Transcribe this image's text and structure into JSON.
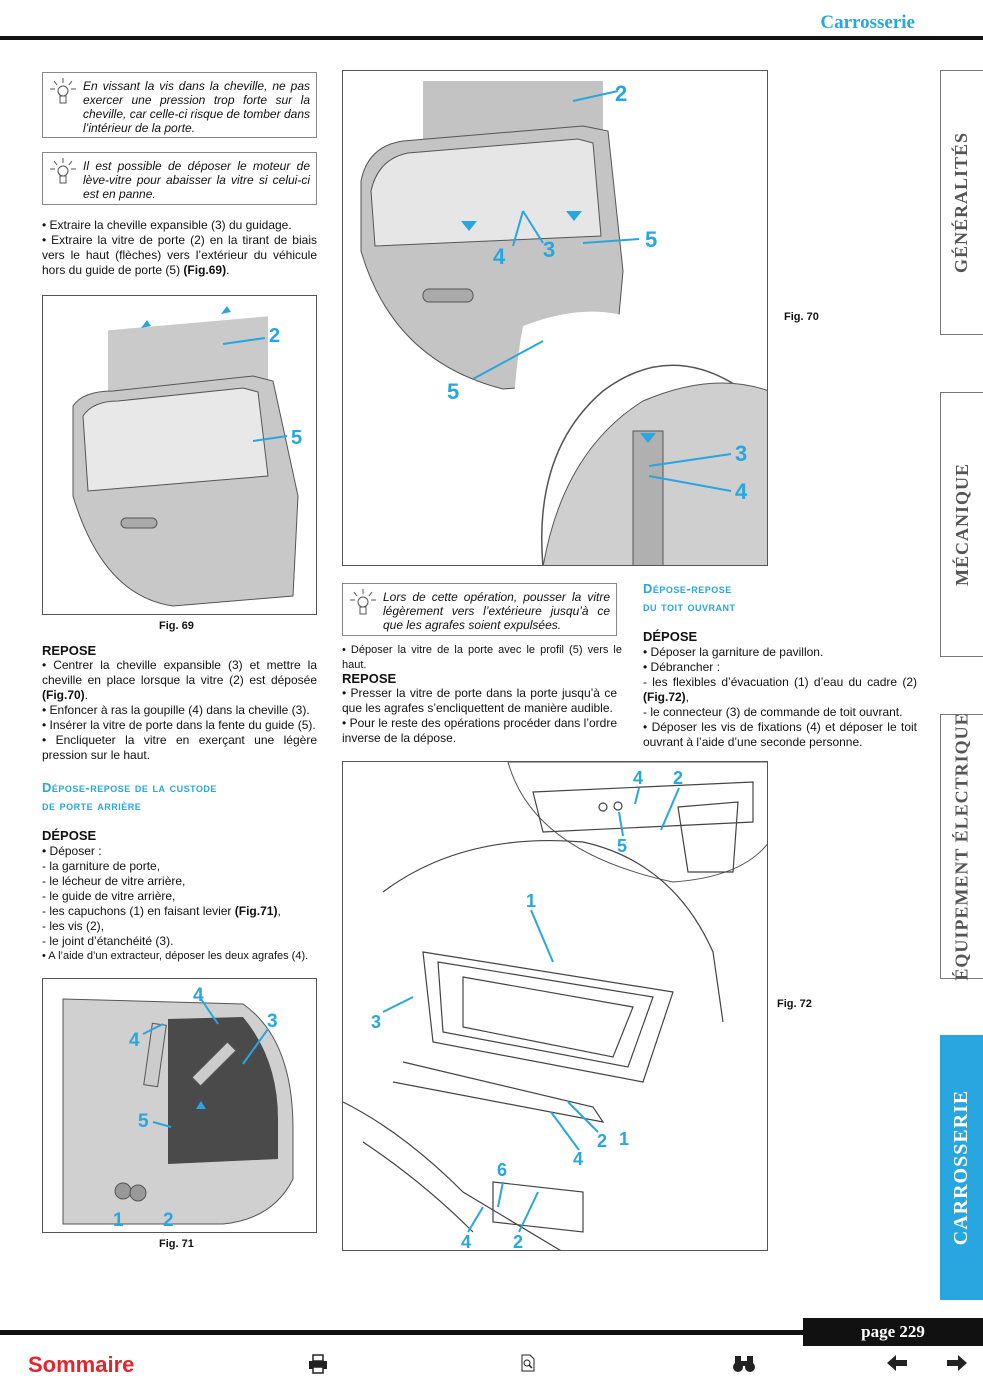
{
  "header": {
    "title": "Carrosserie"
  },
  "side_tabs": [
    {
      "label": "GÉNÉRALITÉS"
    },
    {
      "label": "MÉCANIQUE"
    },
    {
      "label": "ÉQUIPEMENT ÉLECTRIQUE"
    },
    {
      "label": "CARROSSERIE"
    }
  ],
  "notes": {
    "n1": "En vissant la vis dans la cheville, ne pas exercer une pression trop forte sur la cheville, car celle-ci risque de tomber dans l’intérieur de la porte.",
    "n2": "Il est possible de déposer le moteur de lève-vitre pour abaisser la vitre si celui-ci est en panne.",
    "n3": "Lors de cette opération, pousser la vitre légèrement vers l’extérieure jusqu’à ce que les agrafes soient expulsées."
  },
  "col1": {
    "p1": "• Extraire la cheville expansible (3) du guidage.",
    "p2": "• Extraire la vitre de porte (2) en la tirant de biais vers le haut (flèches) vers l’extérieur du véhicule hors du guide de porte (5) ",
    "p2_ref": "(Fig.69)",
    "repose_title": "REPOSE",
    "repose_p1": "• Centrer la cheville expansible (3) et mettre la cheville en place lorsque la vitre (2) est déposée ",
    "repose_p1_ref": "(Fig.70)",
    "repose_p2": "• Enfoncer à ras la goupille (4) dans la cheville (3).",
    "repose_p3": "• Insérer la vitre de porte dans la fente du guide (5).",
    "repose_p4": "• Encliqueter la vitre en exerçant une légère pression sur le haut.",
    "section_title_1": "Dépose-repose de la custode",
    "section_title_2": "de porte arrière",
    "depose_title": "DÉPOSE",
    "depose_items": [
      "• Déposer :",
      "- la garniture de porte,",
      "- le lécheur de vitre arrière,",
      "- le guide de vitre arrière,",
      "- les capuchons (1) en faisant levier ",
      "- les vis (2),",
      "- le joint d’étanchéité (3).",
      "• A l’aide d’un extracteur, déposer les deux agrafes (4)."
    ],
    "depose_ref": "(Fig.71)"
  },
  "col2": {
    "p1": "• Déposer la vitre de la porte avec le profil (5) vers le haut.",
    "repose_title": "REPOSE",
    "repose_p1": "• Presser la vitre de porte dans la porte jusqu’à ce que les agrafes s’encliquettent de manière audible.",
    "repose_p2": "• Pour le reste des opérations procéder dans l’ordre inverse de la dépose."
  },
  "col3": {
    "section_title_1": "Dépose-repose",
    "section_title_2": "du toit ouvrant",
    "depose_title": "DÉPOSE",
    "items": [
      "• Déposer la garniture de pavillon.",
      "• Débrancher :",
      "- les flexibles d’évacuation (1) d’eau du cadre (2) ",
      "- le connecteur (3) de commande de toit ouvrant.",
      "• Déposer les vis de fixations (4) et déposer le toit ouvrant à l’aide d’une seconde personne."
    ],
    "ref": "(Fig.72)"
  },
  "figures": {
    "fig69": {
      "caption": "Fig. 69",
      "labels": [
        "2",
        "5"
      ]
    },
    "fig70": {
      "caption": "Fig. 70",
      "labels": [
        "2",
        "4",
        "3",
        "5",
        "5",
        "3",
        "4"
      ]
    },
    "fig71": {
      "caption": "Fig. 71",
      "labels": [
        "4",
        "3",
        "4",
        "5",
        "1",
        "2"
      ]
    },
    "fig72": {
      "caption": "Fig. 72",
      "labels": [
        "4",
        "2",
        "5",
        "1",
        "3",
        "2",
        "1",
        "4",
        "6",
        "4",
        "2"
      ]
    }
  },
  "footer": {
    "page": "page 229",
    "sommaire": "Sommaire",
    "icons": [
      "printer-icon",
      "search-doc-icon",
      "binoculars-icon",
      "arrow-left-icon",
      "arrow-right-icon"
    ]
  },
  "colors": {
    "accent": "#27a6df",
    "link": "#e3262c"
  }
}
